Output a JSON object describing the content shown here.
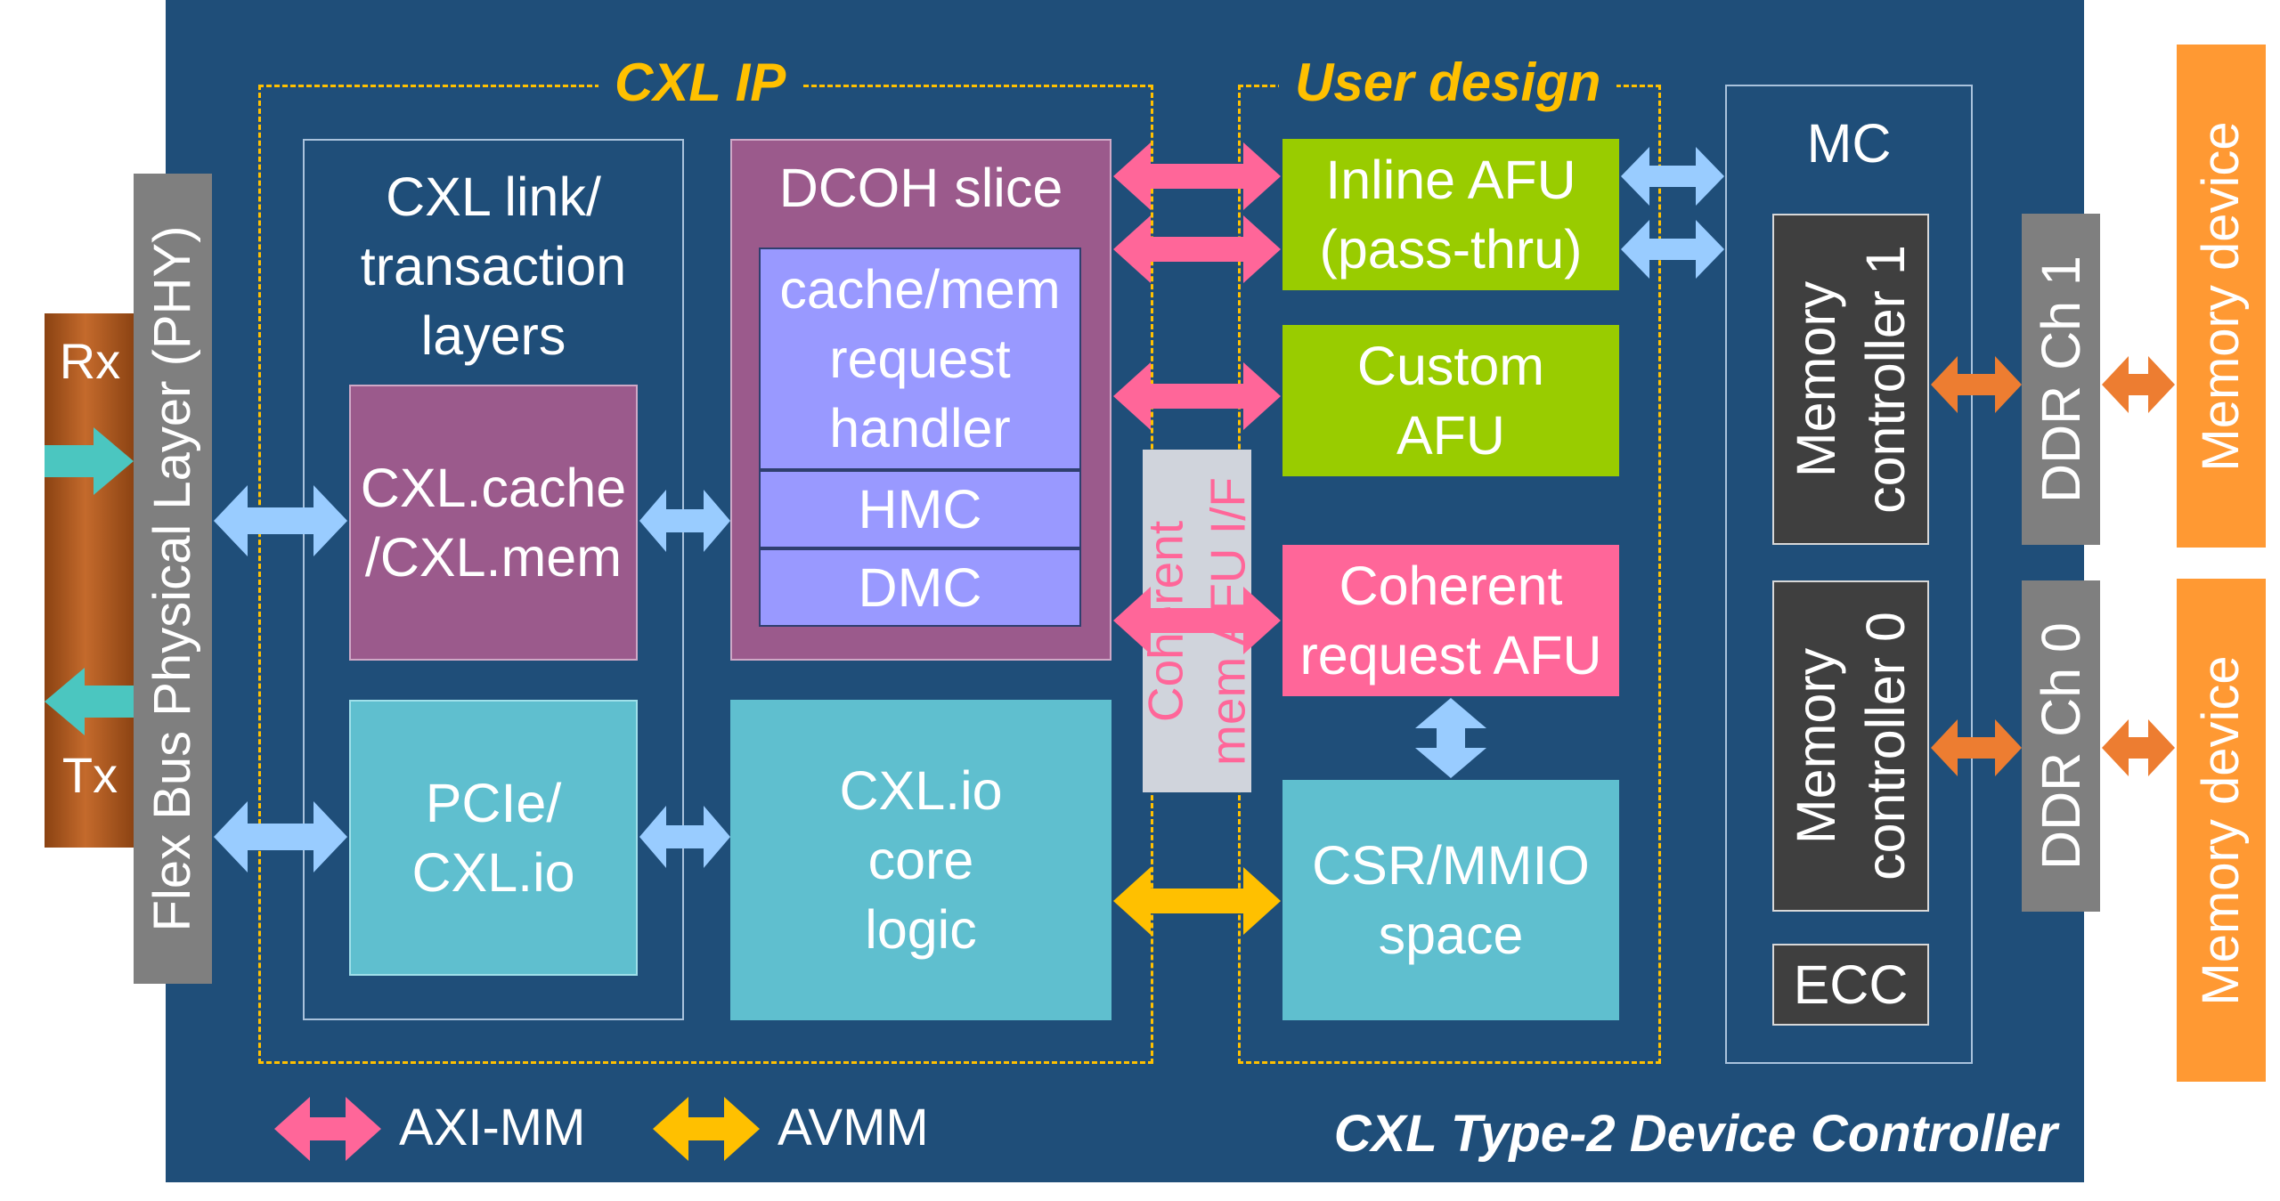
{
  "colors": {
    "board": "#1f4e79",
    "phy": "#7f7f7f",
    "cxlcache": "#9b5a8c",
    "dcoh": "#9b5a8c",
    "submodule": "#9999ff",
    "teal": "#5fbfcf",
    "green": "#99cc00",
    "pink": "#ff6699",
    "mc_dark": "#3f3f3f",
    "orange": "#ff9933",
    "copper": "#b35a1f",
    "arrow_pink": "#ff6699",
    "arrow_yellow": "#ffc000",
    "arrow_lightblue": "#99ccff",
    "arrow_orange": "#ed7d31",
    "arrow_teal": "#4bc6c0"
  },
  "diagram": {
    "phy_label": "Flex Bus Physical Layer (PHY)",
    "rx_label": "Rx",
    "tx_label": "Tx",
    "cxl_ip_title": "CXL IP",
    "user_design_title": "User design",
    "link_layers_label": "CXL link/\ntransaction\nlayers",
    "cxl_cache_label": "CXL.cache\n/CXL.mem",
    "pcie_label": "PCIe/\nCXL.io",
    "dcoh_label": "DCOH slice",
    "cache_mem_label": "cache/mem\nrequest\nhandler",
    "hmc_label": "HMC",
    "dmc_label": "DMC",
    "cxlio_core_label": "CXL.io\ncore\nlogic",
    "coherent_if_label": "Coherent\nmem AFU I/F",
    "inline_afu_label": "Inline AFU\n(pass-thru)",
    "custom_afu_label": "Custom\nAFU",
    "coherent_req_label": "Coherent\nrequest AFU",
    "csr_label": "CSR/MMIO\nspace",
    "mc_label": "MC",
    "mem_ctrl_1_label": "Memory\ncontroller 1",
    "mem_ctrl_0_label": "Memory\ncontroller 0",
    "ecc_label": "ECC",
    "ddr1_label": "DDR Ch 1",
    "ddr0_label": "DDR Ch 0",
    "mem_dev_1_label": "Memory device",
    "mem_dev_0_label": "Memory device",
    "legend_axi_label": "AXI-MM",
    "legend_avmm_label": "AVMM",
    "controller_title": "CXL Type-2 Device Controller"
  }
}
